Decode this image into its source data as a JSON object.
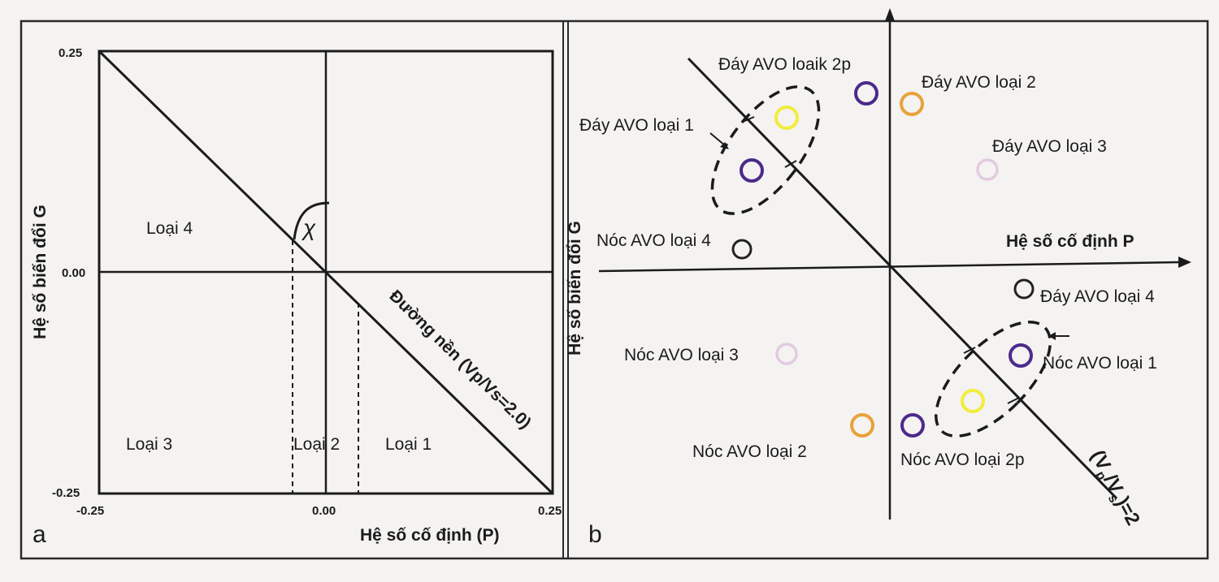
{
  "panel_a": {
    "letter": "a",
    "y_axis_label": "Hệ số biến đổi G",
    "x_axis_label": "Hệ số cố định (P)",
    "y_ticks": {
      "top": "0.25",
      "mid": "0.00",
      "bottom": "-0.25"
    },
    "x_ticks": {
      "left": "-0.25",
      "mid": "0.00",
      "right": "0.25"
    },
    "angle_symbol": "χ",
    "background_line_label": "Đường nền (Vp/Vs=2.0)",
    "regions": {
      "loai4": "Loại 4",
      "loai3": "Loại 3",
      "loai2": "Loại 2",
      "loai1": "Loại 1"
    }
  },
  "panel_b": {
    "letter": "b",
    "y_axis_label": "Hệ số biến đổi G",
    "x_axis_label": "Hệ số cố định P",
    "trend_label": {
      "prefix": "(V",
      "sub1": "p",
      "mid": "/V",
      "sub2": "s",
      "suffix": ")=2"
    },
    "points": {
      "day1": {
        "label": "Đáy AVO loại 1",
        "color": "#4b2a8c"
      },
      "day2p": {
        "label": "Đáy AVO loaik 2p",
        "color": "#f2ec3c"
      },
      "day2": {
        "label": "Đáy AVO loại 2",
        "color": "#e8a23a"
      },
      "day3": {
        "label": "Đáy AVO loại 3",
        "color": "#e2cbe0"
      },
      "noc4": {
        "label": "Nóc AVO loại 4",
        "color": "#222222"
      },
      "day4": {
        "label": "Đáy AVO loại 4",
        "color": "#222222"
      },
      "noc3": {
        "label": "Nóc AVO loại 3",
        "color": "#e2cbe0"
      },
      "noc1": {
        "label": "Nóc AVO loại 1",
        "color": "#4b2a8c"
      },
      "noc2": {
        "label": "Nóc AVO loại 2",
        "color": "#e8a23a"
      },
      "noc2p": {
        "label": "Nóc AVO loại 2p",
        "color": "#f2ec3c"
      }
    }
  }
}
